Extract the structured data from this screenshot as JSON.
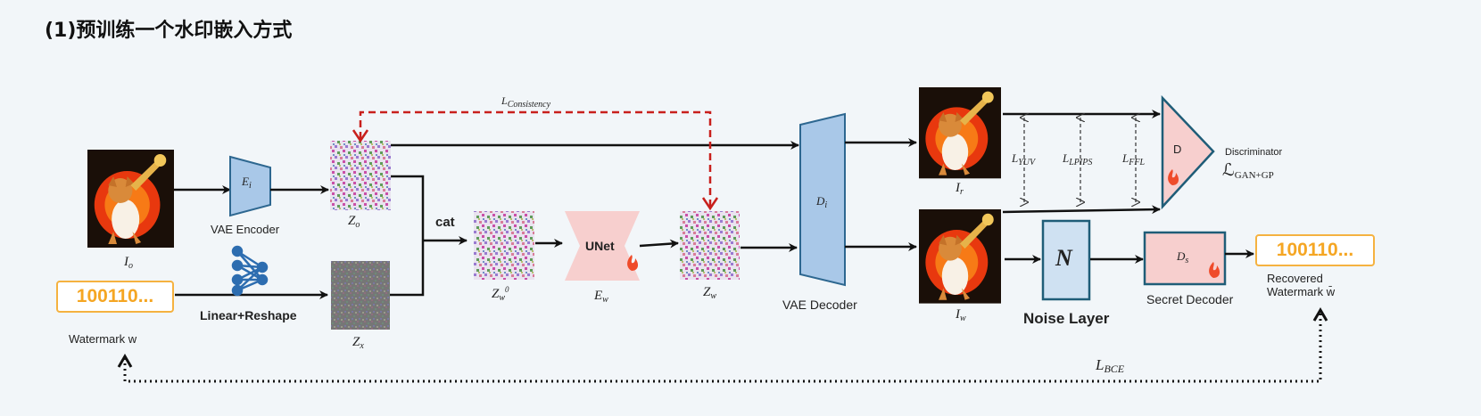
{
  "title": "(1)预训练一个水印嵌入方式",
  "labels": {
    "vae_encoder": "VAE Encoder",
    "linear_reshape": "Linear+Reshape",
    "watermark_w": "Watermark w",
    "cat": "cat",
    "unet": "UNet",
    "vae_decoder": "VAE Decoder",
    "noise_layer": "Noise Layer",
    "secret_decoder": "Secret Decoder",
    "recovered_line1": "Recovered",
    "recovered_line2": "Watermark w̄",
    "discriminator": "Discriminator",
    "watermark_bits_in": "100110...",
    "watermark_bits_out": "100110..."
  },
  "math": {
    "I": "I",
    "o": "o",
    "r": "r",
    "w": "w",
    "Z": "Z",
    "x": "x",
    "zero": "0",
    "E": "E",
    "i": "i",
    "D": "D",
    "s": "s",
    "N": "N",
    "L": "L",
    "consistency": "Consistency",
    "yuv": "YUV",
    "lpips": "LPIPS",
    "ffl": "FFL",
    "bce": "BCE",
    "gan_L": "ℒ",
    "gan_sub": "GAN+GP"
  },
  "colors": {
    "blue_block": "#a9c8e8",
    "blue_stroke": "#2d6790",
    "pink_block": "#f7cfce",
    "teal_stroke": "#1f5d78",
    "red_dash": "#c8201c",
    "orange": "#f5a623",
    "fire": "#ef4b2a"
  },
  "icons": [
    "fire-icon",
    "neural-net-icon",
    "dog-trumpet-image",
    "noise-image"
  ]
}
